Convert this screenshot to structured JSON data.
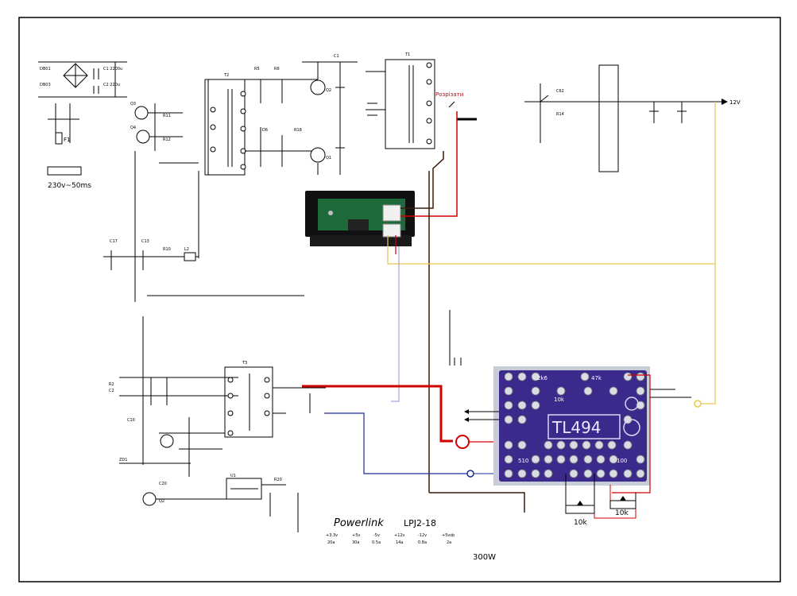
{
  "schematic": {
    "mains_label": "230v~50ms",
    "fuse_label": "F1",
    "cut_label": "Розрізати",
    "board_chip": "TL494",
    "trimmer_left": "10k",
    "trimmer_right": "10k",
    "brand": "Powerlink",
    "model": "LPJ2-18",
    "power": "300W",
    "out_label_12v": "12V",
    "rails": [
      {
        "volt": "+3.3v",
        "amp": "20a"
      },
      {
        "volt": "+5v",
        "amp": "30a"
      },
      {
        "volt": "-5v",
        "amp": "0.5a"
      },
      {
        "volt": "+12v",
        "amp": "14a"
      },
      {
        "volt": "-12v",
        "amp": "0.8a"
      },
      {
        "volt": "+5vsb",
        "amp": "2a"
      }
    ],
    "pcb_values": [
      "2k6",
      "47k",
      "10k",
      "510",
      "100"
    ],
    "transformer_labels": [
      "T1",
      "T2",
      "T3"
    ]
  },
  "colors": {
    "wire_red": "#d00000",
    "wire_dark": "#3a1a0a",
    "wire_yellow": "#e6c84a",
    "wire_blue": "#1a2a9a",
    "wire_lavender": "#a8a8d8",
    "pcb": "#3b2a8c"
  }
}
